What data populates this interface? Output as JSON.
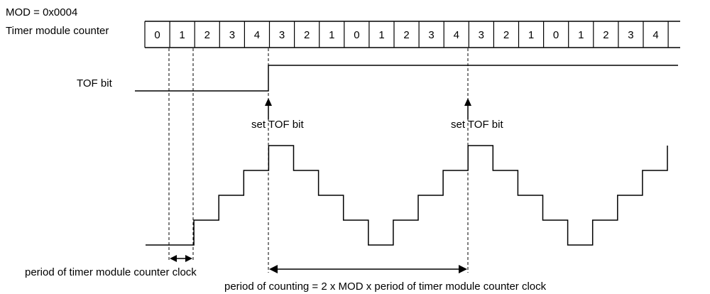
{
  "mod_label": "MOD = 0x0004",
  "counter_label": "Timer module counter",
  "counter_values": [
    "0",
    "1",
    "2",
    "3",
    "4",
    "3",
    "2",
    "1",
    "0",
    "1",
    "2",
    "3",
    "4",
    "3",
    "2",
    "1",
    "0",
    "1",
    "2",
    "3",
    "4"
  ],
  "tof_label": "TOF bit",
  "set_tof_labels": [
    "set TOF bit",
    "set TOF bit"
  ],
  "period_clock_label": "period of timer module counter clock",
  "period_counting_label": "period of counting = 2 x MOD x period of timer module counter clock",
  "staircase_levels": [
    0,
    1,
    2,
    3,
    4,
    3,
    2,
    1,
    0,
    1,
    2,
    3,
    4,
    3,
    2,
    1,
    0,
    1,
    2,
    3,
    4
  ],
  "colors": {
    "line": "#000000",
    "background": "#ffffff"
  }
}
